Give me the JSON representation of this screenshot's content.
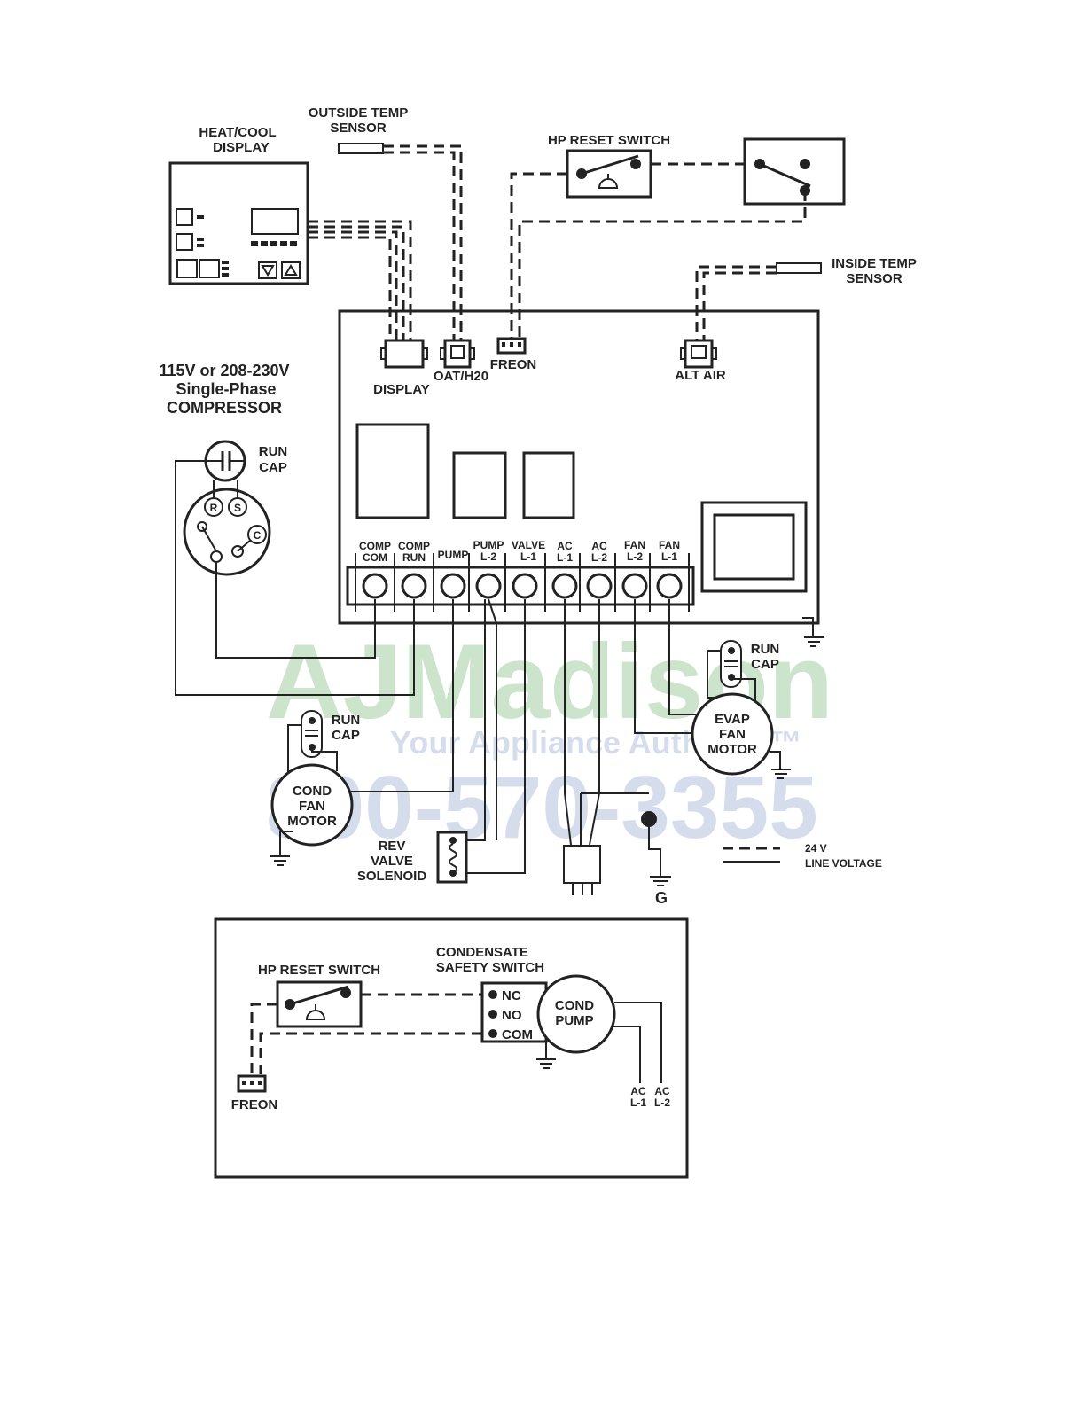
{
  "colors": {
    "line": "#222222",
    "wm_green": "#8fcf8f",
    "wm_blue": "#a9b8d8"
  },
  "labels": {
    "outside_temp": [
      "OUTSIDE TEMP",
      "SENSOR"
    ],
    "heat_cool": [
      "HEAT/COOL",
      "DISPLAY"
    ],
    "hp_reset_top": "HP RESET SWITCH",
    "inside_temp": [
      "INSIDE TEMP",
      "SENSOR"
    ],
    "compressor": [
      "115V or 208-230V",
      "Single-Phase",
      "COMPRESSOR"
    ],
    "comp_run_cap": [
      "RUN",
      "CAP"
    ],
    "comp_r": "R",
    "comp_s": "S",
    "comp_c": "C",
    "conn_display": "DISPLAY",
    "conn_oat": "OAT/H20",
    "conn_freon": "FREON",
    "conn_alt_air": "ALT AIR",
    "terminals": [
      [
        "COMP",
        "COM"
      ],
      [
        "COMP",
        "RUN"
      ],
      [
        "",
        "PUMP"
      ],
      [
        "PUMP",
        "L-2"
      ],
      [
        "VALVE",
        "L-1"
      ],
      [
        "AC",
        "L-1"
      ],
      [
        "AC",
        "L-2"
      ],
      [
        "FAN",
        "L-2"
      ],
      [
        "FAN",
        "L-1"
      ]
    ],
    "evap_run_cap": [
      "RUN",
      "CAP"
    ],
    "evap_motor": [
      "EVAP",
      "FAN",
      "MOTOR"
    ],
    "cond_run_cap": [
      "RUN",
      "CAP"
    ],
    "cond_motor": [
      "COND",
      "FAN",
      "MOTOR"
    ],
    "rev_valve": [
      "REV",
      "VALVE",
      "SOLENOID"
    ],
    "ground_g": "G",
    "legend_24v": "24 V",
    "legend_line": "LINE VOLTAGE",
    "inset_hp_reset": "HP RESET SWITCH",
    "inset_condensate": [
      "CONDENSATE",
      "SAFETY SWITCH"
    ],
    "inset_nc": "NC",
    "inset_no": "NO",
    "inset_com": "COM",
    "inset_pump": [
      "COND",
      "PUMP"
    ],
    "inset_freon": "FREON",
    "inset_ac_l1": [
      "AC",
      "L-1"
    ],
    "inset_ac_l2": [
      "AC",
      "L-2"
    ]
  },
  "watermark": {
    "logo": "AJMadison",
    "tagline": "Your Appliance Authority™",
    "phone": "800-570-3355"
  }
}
